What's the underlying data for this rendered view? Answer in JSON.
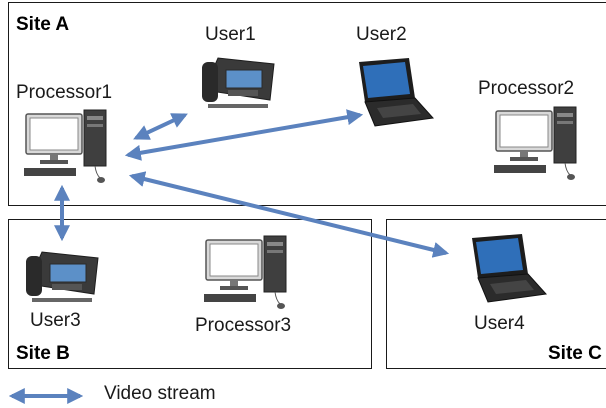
{
  "sites": {
    "a": {
      "title": "Site A"
    },
    "b": {
      "title": "Site B"
    },
    "c": {
      "title": "Site C"
    }
  },
  "nodes": {
    "processor1": "Processor1",
    "processor2": "Processor2",
    "processor3": "Processor3",
    "user1": "User1",
    "user2": "User2",
    "user3": "User3",
    "user4": "User4"
  },
  "legend": {
    "video_stream": "Video stream"
  },
  "colors": {
    "arrow": "#5b82be",
    "border": "#1a1a1a"
  }
}
